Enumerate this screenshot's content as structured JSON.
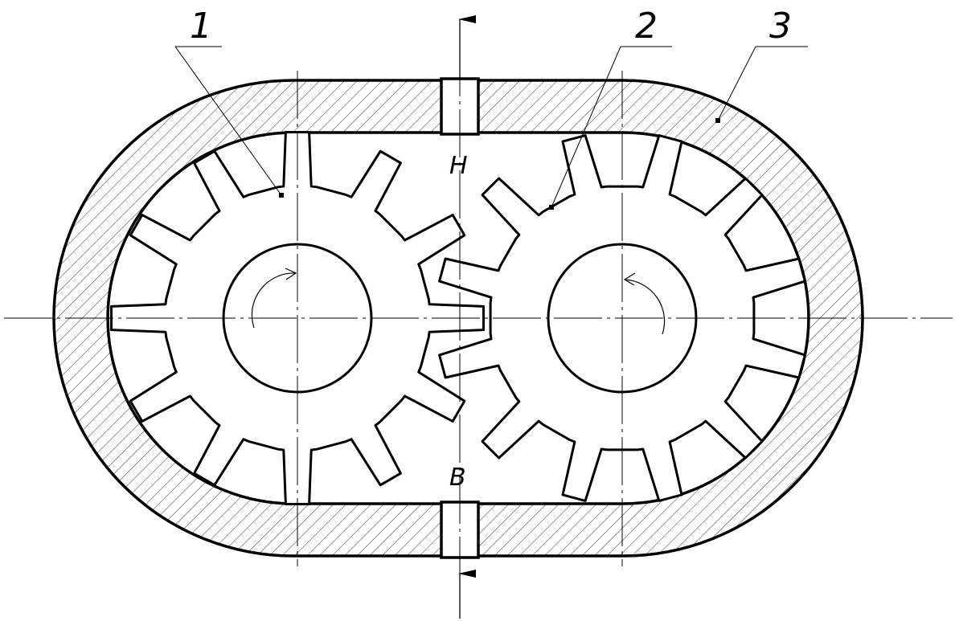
{
  "labels": {
    "part_1": "1",
    "part_2": "2",
    "part_3": "3",
    "port_outlet": "H",
    "port_inlet": "B"
  },
  "parts": [
    {
      "id": "1",
      "name": "driving-gear",
      "teeth": 12,
      "rotation": "clockwise"
    },
    {
      "id": "2",
      "name": "driven-gear",
      "teeth": 12,
      "rotation": "counterclockwise"
    },
    {
      "id": "3",
      "name": "pump-housing"
    }
  ],
  "colors": {
    "stroke": "#000000",
    "hatch": "#000000",
    "background": "#ffffff"
  }
}
